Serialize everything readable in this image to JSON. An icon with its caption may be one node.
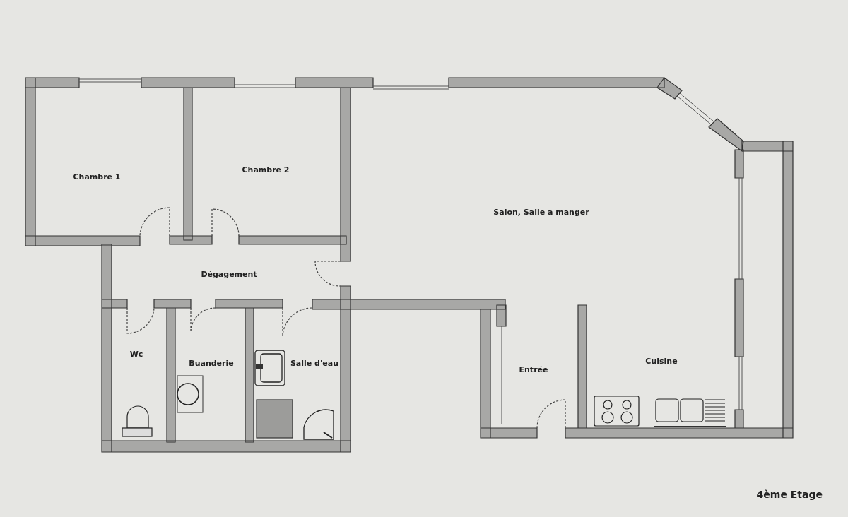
{
  "diagram": {
    "nodes": [
      {
        "text": [
          "Chambre 1"
        ]
      },
      {
        "text": [
          "Chambre 2"
        ]
      },
      {
        "text": [
          "Salon, Salle a manger"
        ]
      },
      {
        "text": [
          "Dégagement"
        ]
      },
      {
        "text": [
          "Wc"
        ]
      },
      {
        "text": [
          "Buanderie"
        ]
      },
      {
        "text": [
          "Salle d'eau"
        ]
      },
      {
        "text": [
          "Entrée"
        ]
      },
      {
        "text": [
          "Cuisine"
        ]
      }
    ],
    "labels": [
      "4ème Etage"
    ]
  }
}
